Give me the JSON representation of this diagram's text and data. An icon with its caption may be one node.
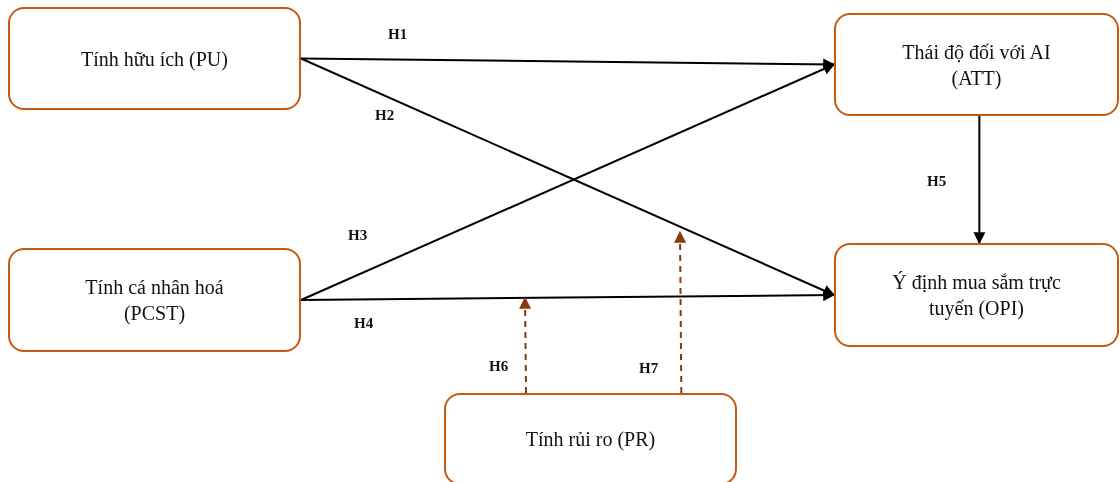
{
  "diagram": {
    "nodes": [
      {
        "text": [
          "Tính hữu ích (PU)"
        ]
      },
      {
        "text": [
          "Tính cá nhân hoá (PCST)"
        ]
      },
      {
        "text": [
          "Thái độ đối với AI (ATT)"
        ]
      },
      {
        "text": [
          "Ý định mua sắm trực tuyến (OPI)"
        ]
      },
      {
        "text": [
          "Tính rủi ro (PR)"
        ]
      }
    ],
    "edges": [
      {
        "from": 0,
        "to": 2,
        "arrow": "to",
        "label": "H1"
      },
      {
        "from": 0,
        "to": 3,
        "arrow": "to",
        "label": "H2"
      },
      {
        "from": 1,
        "to": 2,
        "arrow": "to",
        "label": "H3"
      },
      {
        "from": 1,
        "to": 3,
        "arrow": "to",
        "label": "H4"
      },
      {
        "from": 2,
        "to": 3,
        "arrow": "to",
        "label": "H5"
      },
      {
        "from": 4,
        "to": null,
        "arrow": "to",
        "label": "H6",
        "style": "dashed",
        "color": "#843c0c"
      },
      {
        "from": 4,
        "to": null,
        "arrow": "to",
        "label": "H7",
        "style": "dashed",
        "color": "#843c0c"
      }
    ]
  }
}
